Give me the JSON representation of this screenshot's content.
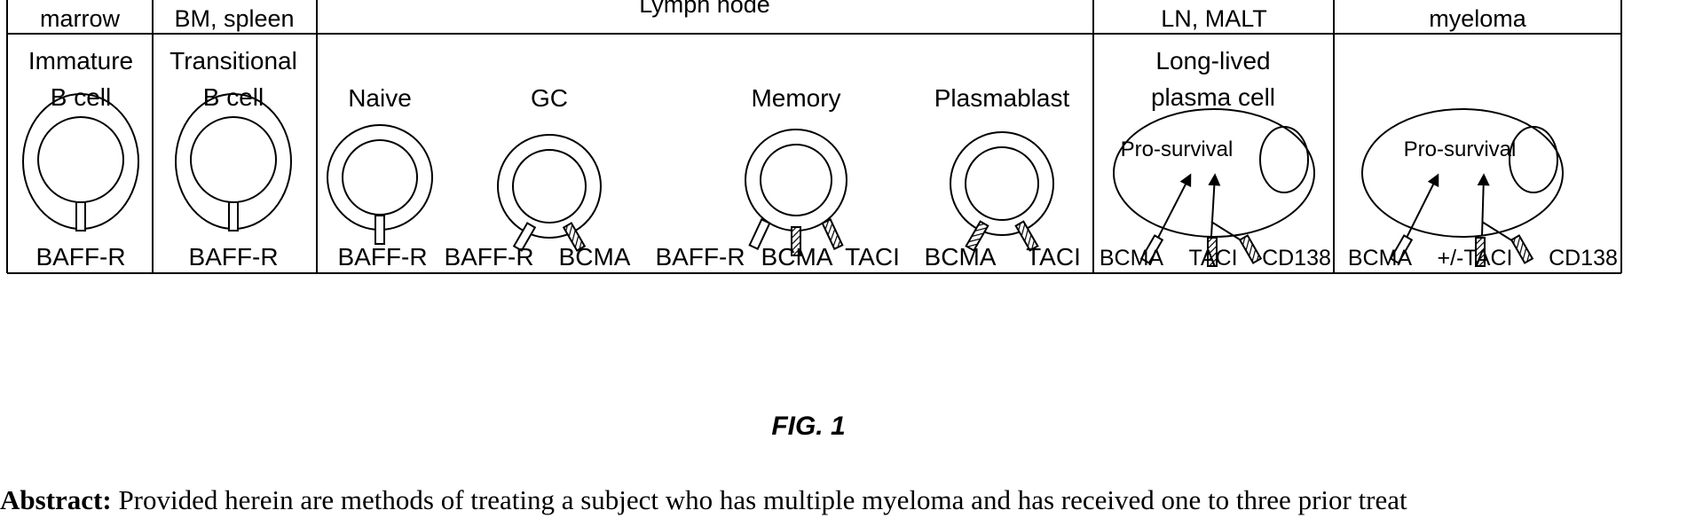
{
  "header": {
    "col1": "marrow",
    "col2": "BM, spleen",
    "col3": "Lymph node",
    "col4": "LN, MALT",
    "col5": "myeloma"
  },
  "cells": {
    "immature": [
      "Immature",
      "B cell"
    ],
    "transitional": [
      "Transitional",
      "B cell"
    ],
    "naive": "Naive",
    "gc": "GC",
    "memory": "Memory",
    "plasmablast": "Plasmablast",
    "long_lived": [
      "Long-lived",
      "plasma cell"
    ]
  },
  "annotations": {
    "pro_survival_1": "Pro-survival",
    "pro_survival_2": "Pro-survival"
  },
  "receptors": {
    "immature": "BAFF-R",
    "transitional": "BAFF-R",
    "naive": "BAFF-R",
    "gc_1": "BAFF-R",
    "gc_2": "BCMA",
    "memory_1": "BAFF-R",
    "memory_2": "BCMA",
    "memory_3": "TACI",
    "plasmablast_1": "BCMA",
    "plasmablast_2": "TACI",
    "llpc_1": "BCMA",
    "llpc_2": "TACI",
    "llpc_3": "CD138",
    "myeloma_1": "BCMA",
    "myeloma_2": "+/-TACI",
    "myeloma_3": "CD138"
  },
  "figure_label": "FIG. 1",
  "abstract": {
    "label": "Abstract:",
    "text": " Provided herein are methods of treating a subject who has multiple myeloma and has received one to three prior treat"
  }
}
